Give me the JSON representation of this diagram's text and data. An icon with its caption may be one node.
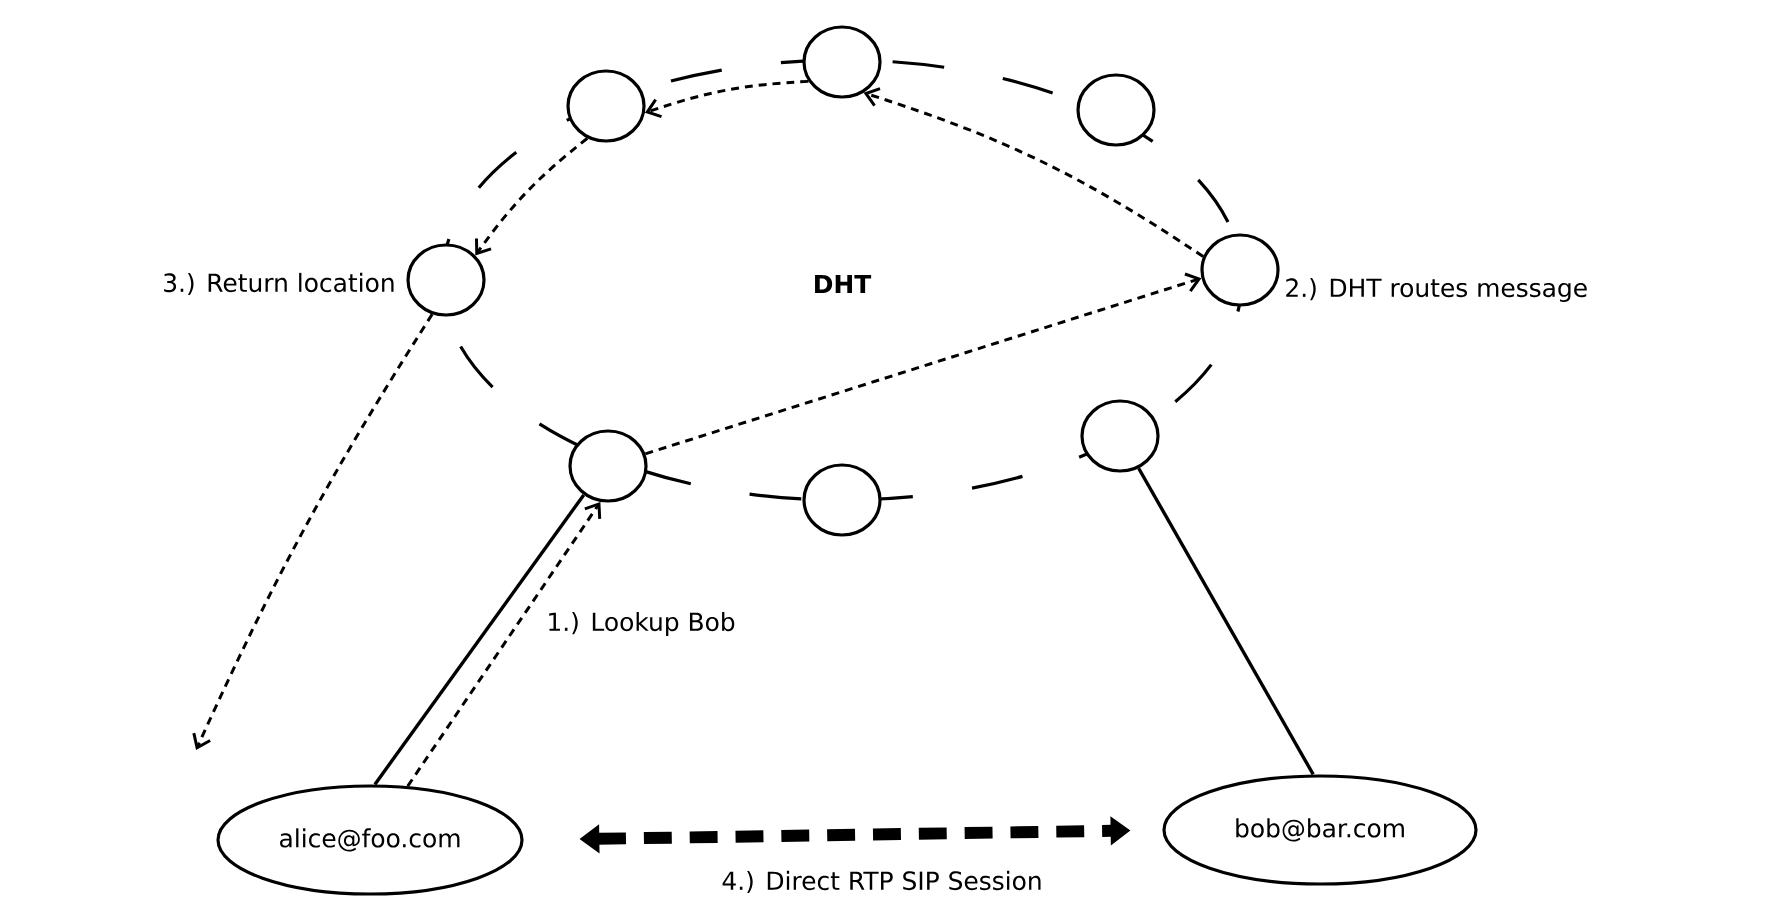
{
  "diagram": {
    "nodes": [
      {
        "text": [],
        "shape": "circle"
      },
      {
        "text": [],
        "shape": "circle",
        "beside": [
          "3.) Return location"
        ]
      },
      {
        "text": [],
        "shape": "circle"
      },
      {
        "text": [],
        "shape": "circle"
      },
      {
        "text": [],
        "shape": "circle"
      },
      {
        "text": [],
        "shape": "circle",
        "beside": [
          "2.) DHT routes message"
        ]
      },
      {
        "text": [],
        "shape": "circle"
      },
      {
        "text": [],
        "shape": "circle"
      },
      {
        "text": [
          "alice@foo.com"
        ]
      },
      {
        "text": [
          "bob@bar.com"
        ]
      }
    ],
    "edges": [
      {
        "from": 8,
        "to": 0,
        "arrow": "none"
      },
      {
        "from": 8,
        "to": 0,
        "arrow": "to",
        "style": "dashed",
        "label": "1.) Lookup Bob"
      },
      {
        "from": 0,
        "to": 5,
        "arrow": "to",
        "style": "dashed"
      },
      {
        "from": 5,
        "to": 3,
        "arrow": "to",
        "style": "dashed"
      },
      {
        "from": 3,
        "to": 2,
        "arrow": "to",
        "style": "dashed"
      },
      {
        "from": 2,
        "to": 1,
        "arrow": "to",
        "style": "dashed"
      },
      {
        "from": 1,
        "to": null,
        "arrow": "to",
        "style": "dashed"
      },
      {
        "from": 6,
        "to": 9,
        "arrow": "none"
      },
      {
        "from": 8,
        "to": 9,
        "arrow": "both",
        "style": "dashed",
        "label": "4.) Direct RTP SIP Session"
      }
    ],
    "labels": [
      "DHT"
    ]
  }
}
